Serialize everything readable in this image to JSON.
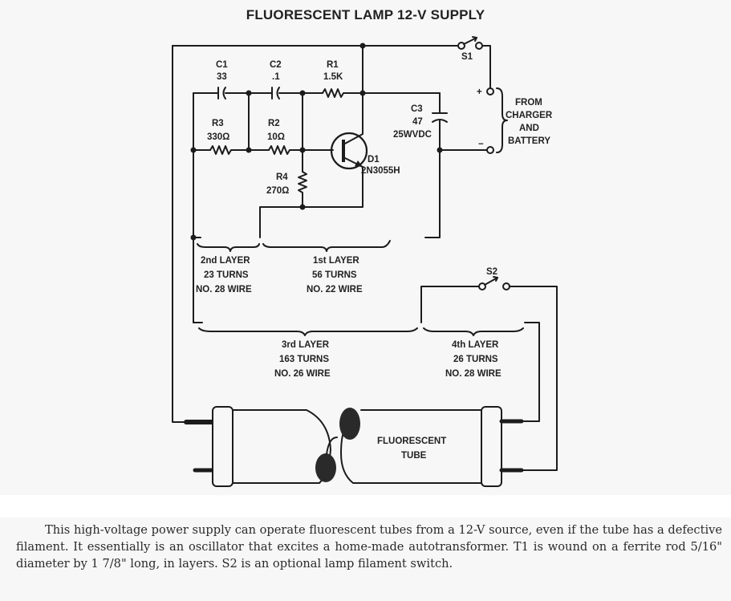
{
  "title": "FLUORESCENT LAMP 12-V SUPPLY",
  "components": {
    "c1": {
      "ref": "C1",
      "value": "33"
    },
    "c2": {
      "ref": "C2",
      "value": ".1"
    },
    "r1": {
      "ref": "R1",
      "value": "1.5K"
    },
    "r2": {
      "ref": "R2",
      "value": "10Ω"
    },
    "r3": {
      "ref": "R3",
      "value": "330Ω"
    },
    "r4": {
      "ref": "R4",
      "value": "270Ω"
    },
    "c3": {
      "ref": "C3",
      "value": "47",
      "rating": "25WVDC"
    },
    "q1": {
      "ref": "D1",
      "value": "2N3055H"
    },
    "s1": {
      "ref": "S1"
    },
    "s2": {
      "ref": "S2"
    }
  },
  "supply": {
    "plus": "+",
    "minus": "−",
    "label_lines": [
      "FROM",
      "CHARGER",
      "AND",
      "BATTERY"
    ]
  },
  "windings": [
    {
      "layer": "2nd LAYER",
      "turns": "23 TURNS",
      "wire": "NO. 28 WIRE"
    },
    {
      "layer": "1st LAYER",
      "turns": "56 TURNS",
      "wire": "NO. 22 WIRE"
    },
    {
      "layer": "3rd LAYER",
      "turns": "163 TURNS",
      "wire": "NO. 26 WIRE"
    },
    {
      "layer": "4th LAYER",
      "turns": "26 TURNS",
      "wire": "NO. 28 WIRE"
    }
  ],
  "tube": {
    "label_lines": [
      "FLUORESCENT",
      "TUBE"
    ]
  },
  "caption": "This high-voltage power supply can operate fluorescent tubes from a 12-V source, even if the tube has a defective filament. It essentially is an oscillator that excites a home-made autotransformer. T1 is wound on a ferrite rod 5/16\" diameter by 1 7/8\" long, in layers. S2 is an optional lamp filament switch."
}
